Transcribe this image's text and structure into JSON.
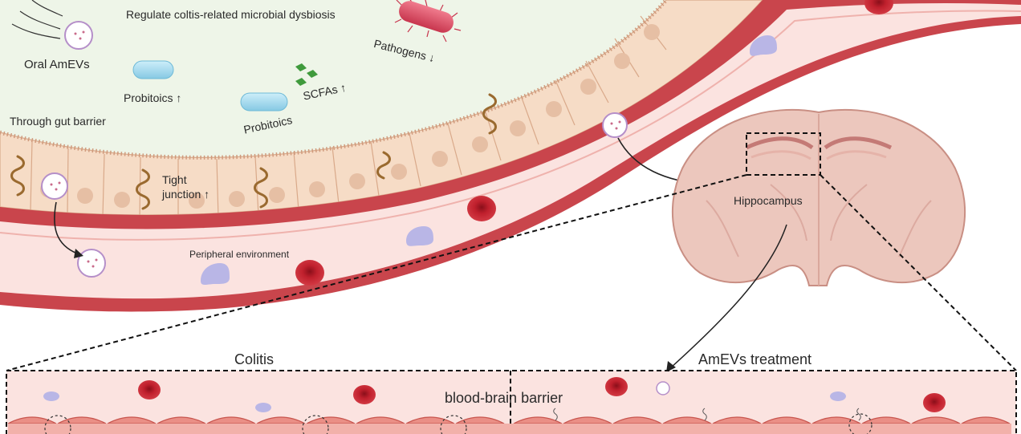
{
  "labels": {
    "regulate": "Regulate coltis-related microbial dysbiosis",
    "oral_amevs": "Oral AmEVs",
    "probiotics_up_1": "Probitoics ↑",
    "probiotics_2": "Probitoics",
    "scfas_up": "SCFAs ↑",
    "pathogens_down": "Pathogens ↓",
    "through_gut_barrier": "Through gut barrier",
    "tight_junction_line1": "Tight",
    "tight_junction_line2": "junction ↑",
    "peripheral_environment": "Peripheral environment",
    "hippocampus": "Hippocampus",
    "colitis": "Colitis",
    "amevs_treatment": "AmEVs treatment",
    "blood_brain_barrier": "blood-brain barrier"
  },
  "colors": {
    "lumen": "#eef5e8",
    "epithelium": "#f6dcc6",
    "cell_border": "#d9a98a",
    "vessel_wall": "#c9454c",
    "vessel_lumen": "#fbe3e0",
    "red_blood_cell": "#c0202d",
    "immune_cell": "#b9b6e6",
    "probiotic": "#a9dbef",
    "scfa": "#3f9a3c",
    "pathogen": "#d4455b",
    "brain": "#ecc7bd"
  }
}
